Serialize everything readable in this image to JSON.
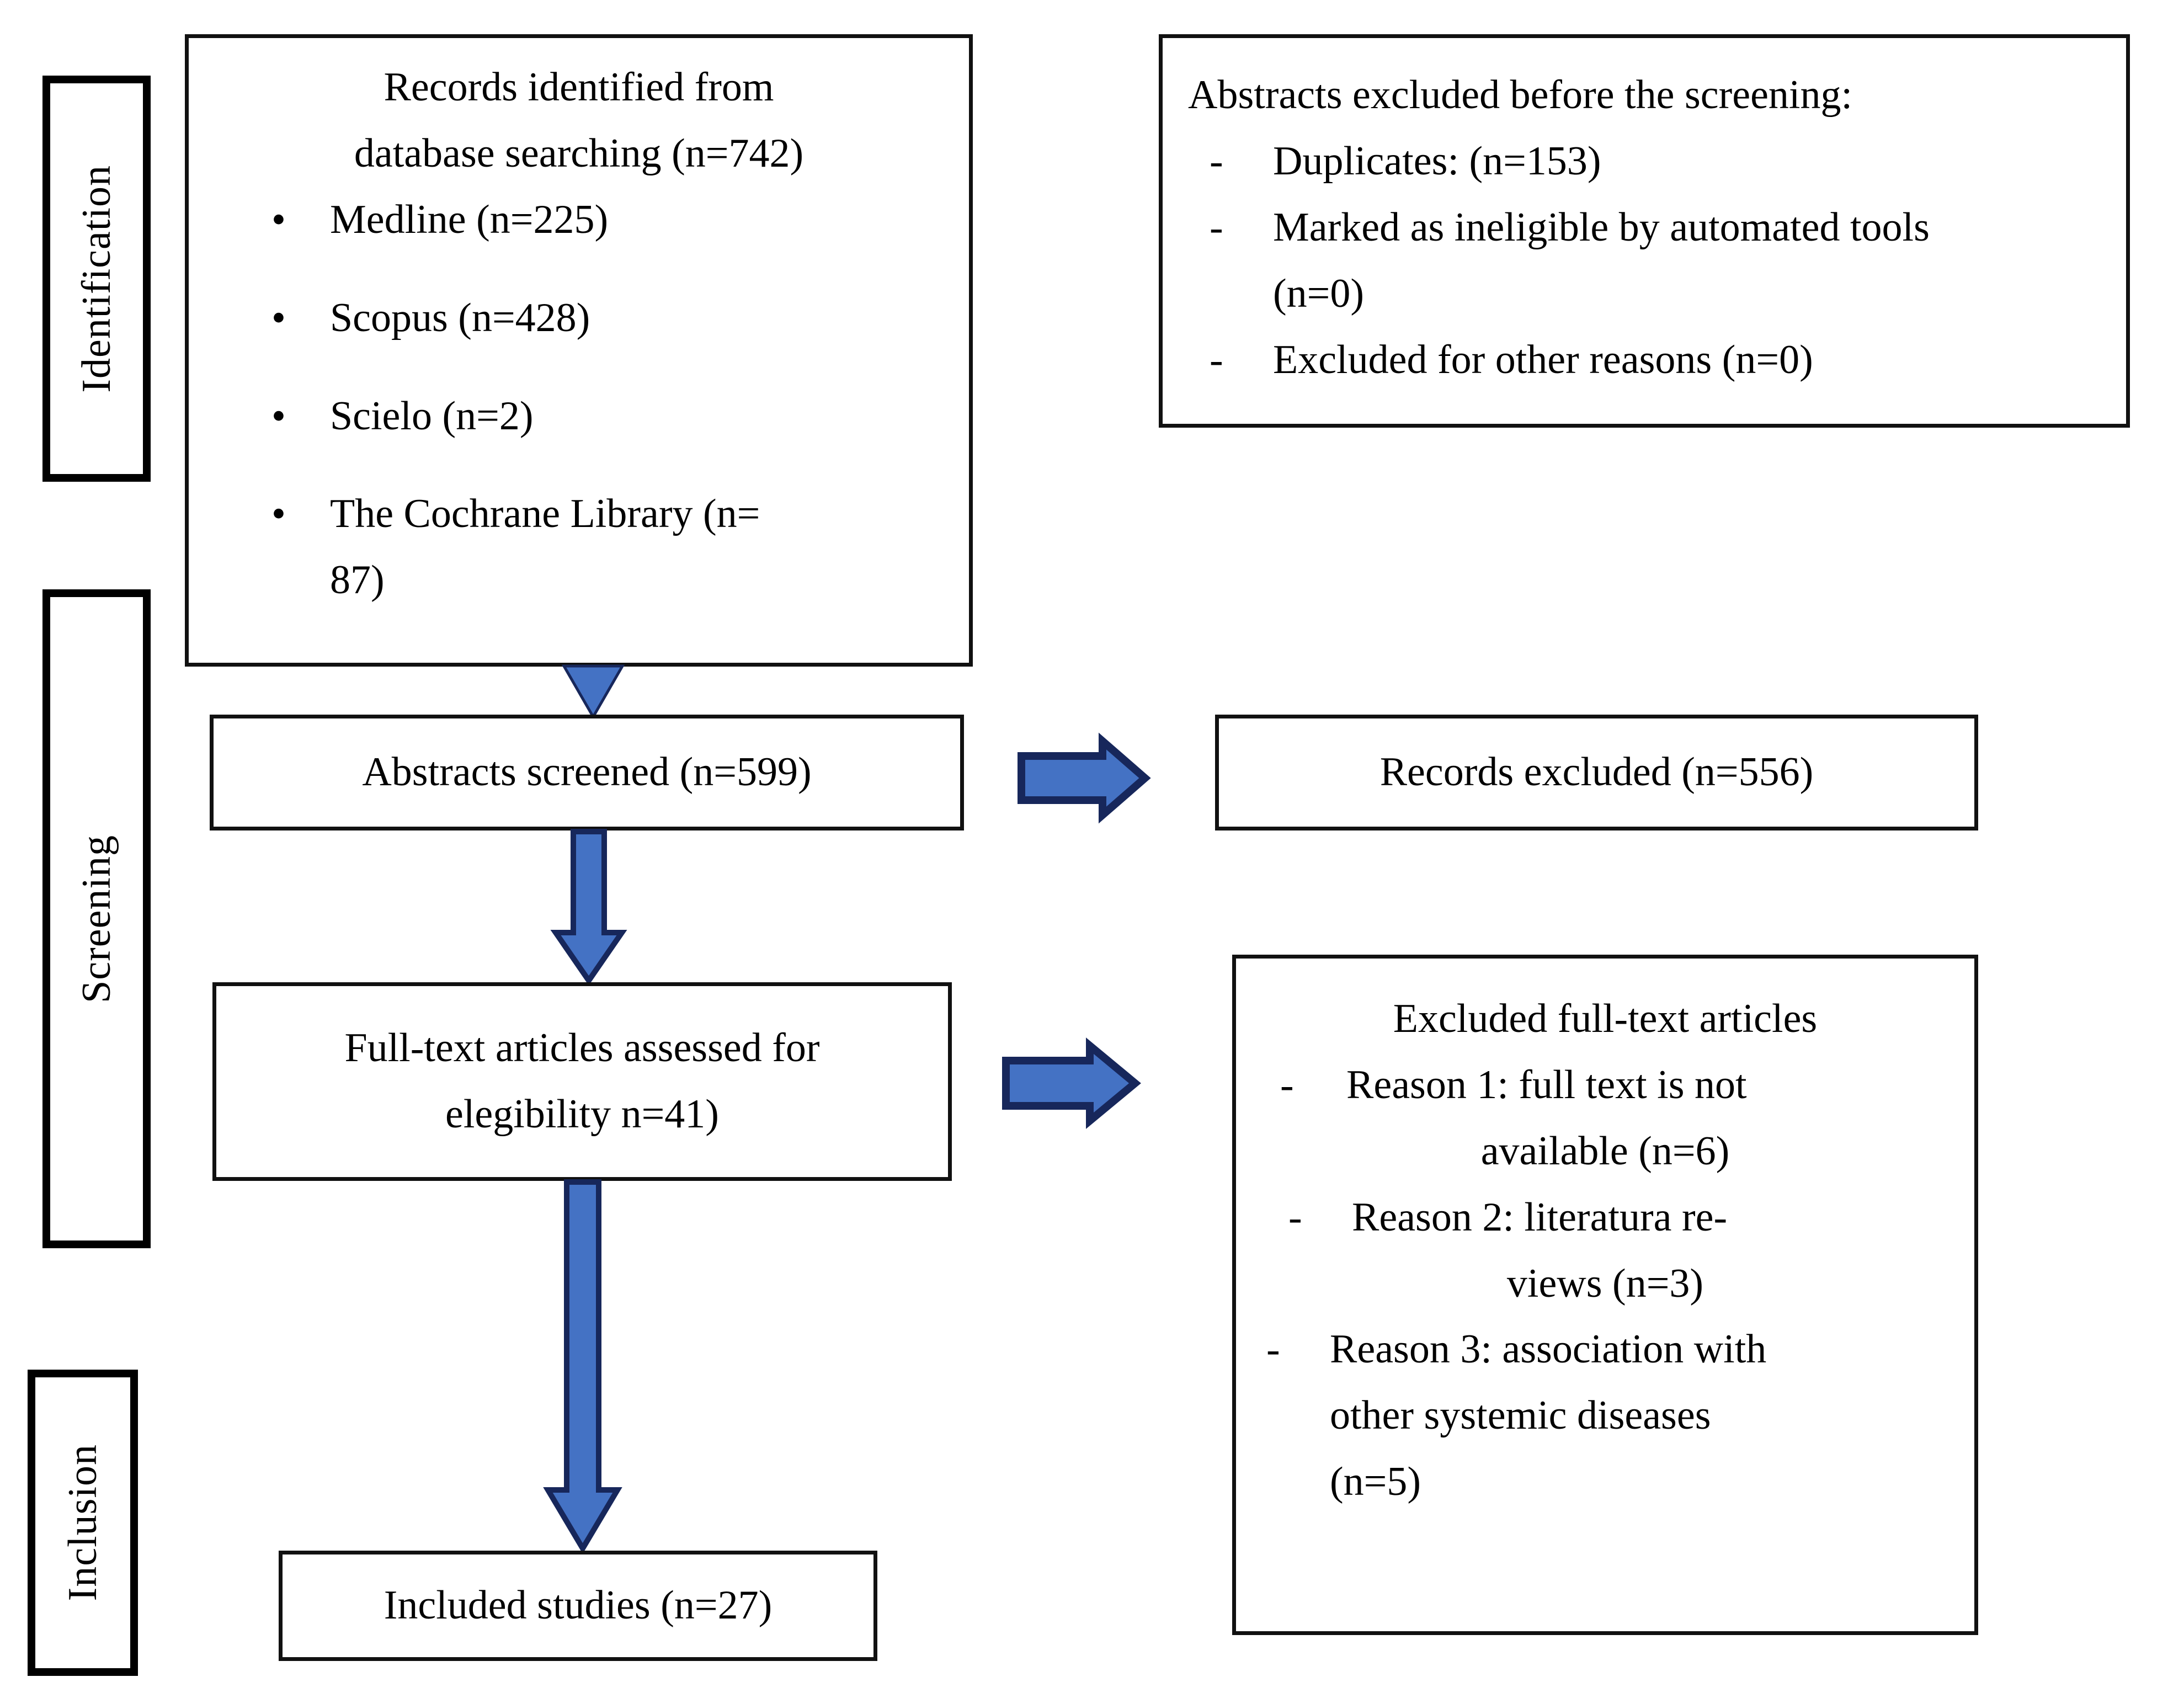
{
  "diagram": {
    "title": "PRISMA flow diagram",
    "accent_color": "#4472C4",
    "accent_border_color": "#17275B",
    "box_border_color": "#111111",
    "text_color": "#000000"
  },
  "stages": [
    {
      "label": "Identification"
    },
    {
      "label": "Screening"
    },
    {
      "label": "Inclusion"
    }
  ],
  "boxes": {
    "identified": {
      "heading_line1": "Records identified from",
      "heading_line2": "database searching (n=742)",
      "bullet_marker": "•",
      "sources": [
        "Medline (n=225)",
        "Scopus (n=428)",
        "Scielo (n=2)",
        "The Cochrane Library (n=",
        "87)"
      ]
    },
    "abstracts_excluded": {
      "heading": "Abstracts excluded before the screening:",
      "dash_marker": "-",
      "reasons": [
        "Duplicates: (n=153)",
        "Marked as ineligible by automated tools",
        "(n=0)",
        "Excluded for other reasons (n=0)"
      ]
    },
    "abstracts_screened": {
      "text": "Abstracts screened (n=599)"
    },
    "records_excluded": {
      "text": "Records excluded (n=556)"
    },
    "fulltext_assessed": {
      "line1": "Full-text articles assessed for",
      "line2": "elegibility n=41)"
    },
    "fulltext_excluded": {
      "heading": "Excluded full-text articles",
      "dash_marker": "-",
      "reasons": [
        "Reason 1: full text is not",
        "available (n=6)",
        "Reason 2: literatura re-",
        "views (n=3)",
        "Reason 3: association with",
        "other systemic diseases",
        "(n=5)"
      ]
    },
    "included_studies": {
      "text": "Included studies (n=27)"
    }
  },
  "arrows": [
    {
      "name": "identified-to-screened",
      "direction": "down"
    },
    {
      "name": "screened-to-fulltext",
      "direction": "down"
    },
    {
      "name": "fulltext-to-included",
      "direction": "down"
    },
    {
      "name": "screened-to-records-excluded",
      "direction": "right"
    },
    {
      "name": "fulltext-to-fulltext-excluded",
      "direction": "right"
    }
  ]
}
